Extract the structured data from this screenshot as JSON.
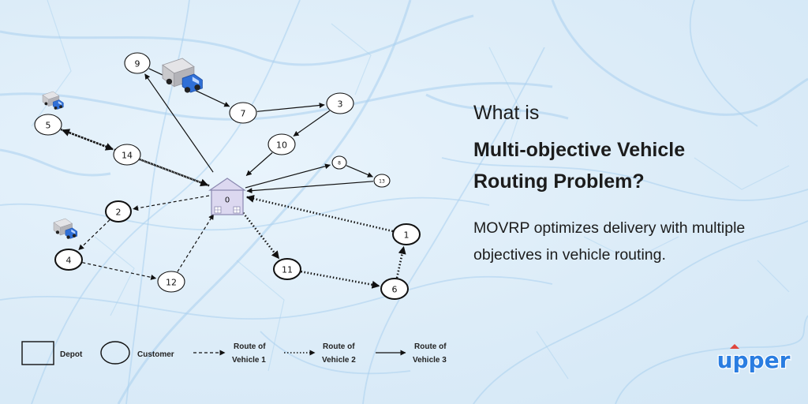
{
  "heading": {
    "line1": "What is",
    "line2": "Multi-objective Vehicle",
    "line3": "Routing Problem?"
  },
  "description": "MOVRP optimizes delivery with multiple objectives in vehicle routing.",
  "brand": {
    "name": "upper"
  },
  "legend": {
    "depot": "Depot",
    "customer": "Customer",
    "route1": [
      "Route of",
      "Vehicle 1"
    ],
    "route2": [
      "Route of",
      "Vehicle 2"
    ],
    "route3": [
      "Route of",
      "Vehicle 3"
    ]
  },
  "colors": {
    "map_road": "#a9d0ee",
    "depot_fill": "#dcd8f0",
    "depot_stroke": "#8a88b0",
    "truck_cab": "#2f6fd6",
    "truck_box": "#c9c9cc",
    "brand_blue": "#2a7de1",
    "brand_red": "#e0463d"
  },
  "nodes": [
    {
      "id": "0",
      "role": "depot"
    },
    {
      "id": "1"
    },
    {
      "id": "2"
    },
    {
      "id": "3"
    },
    {
      "id": "4"
    },
    {
      "id": "5"
    },
    {
      "id": "6"
    },
    {
      "id": "7"
    },
    {
      "id": "8"
    },
    {
      "id": "9"
    },
    {
      "id": "10"
    },
    {
      "id": "11"
    },
    {
      "id": "12"
    },
    {
      "id": "13"
    },
    {
      "id": "14"
    }
  ],
  "routes": [
    {
      "vehicle": "1",
      "style": "dashed",
      "edges": [
        [
          "0",
          "2"
        ],
        [
          "2",
          "4"
        ],
        [
          "4",
          "12"
        ],
        [
          "12",
          "0"
        ]
      ]
    },
    {
      "vehicle": "2",
      "style": "dotted",
      "edges": [
        [
          "5",
          "14"
        ],
        [
          "14",
          "0"
        ],
        [
          "0",
          "5"
        ],
        [
          "0",
          "11"
        ],
        [
          "11",
          "6"
        ],
        [
          "6",
          "1"
        ],
        [
          "1",
          "0"
        ]
      ]
    },
    {
      "vehicle": "3",
      "style": "solid",
      "edges": [
        [
          "0",
          "9"
        ],
        [
          "9",
          "7"
        ],
        [
          "7",
          "3"
        ],
        [
          "3",
          "10"
        ],
        [
          "10",
          "0"
        ],
        [
          "0",
          "8"
        ],
        [
          "8",
          "13"
        ],
        [
          "13",
          "0"
        ]
      ]
    }
  ]
}
